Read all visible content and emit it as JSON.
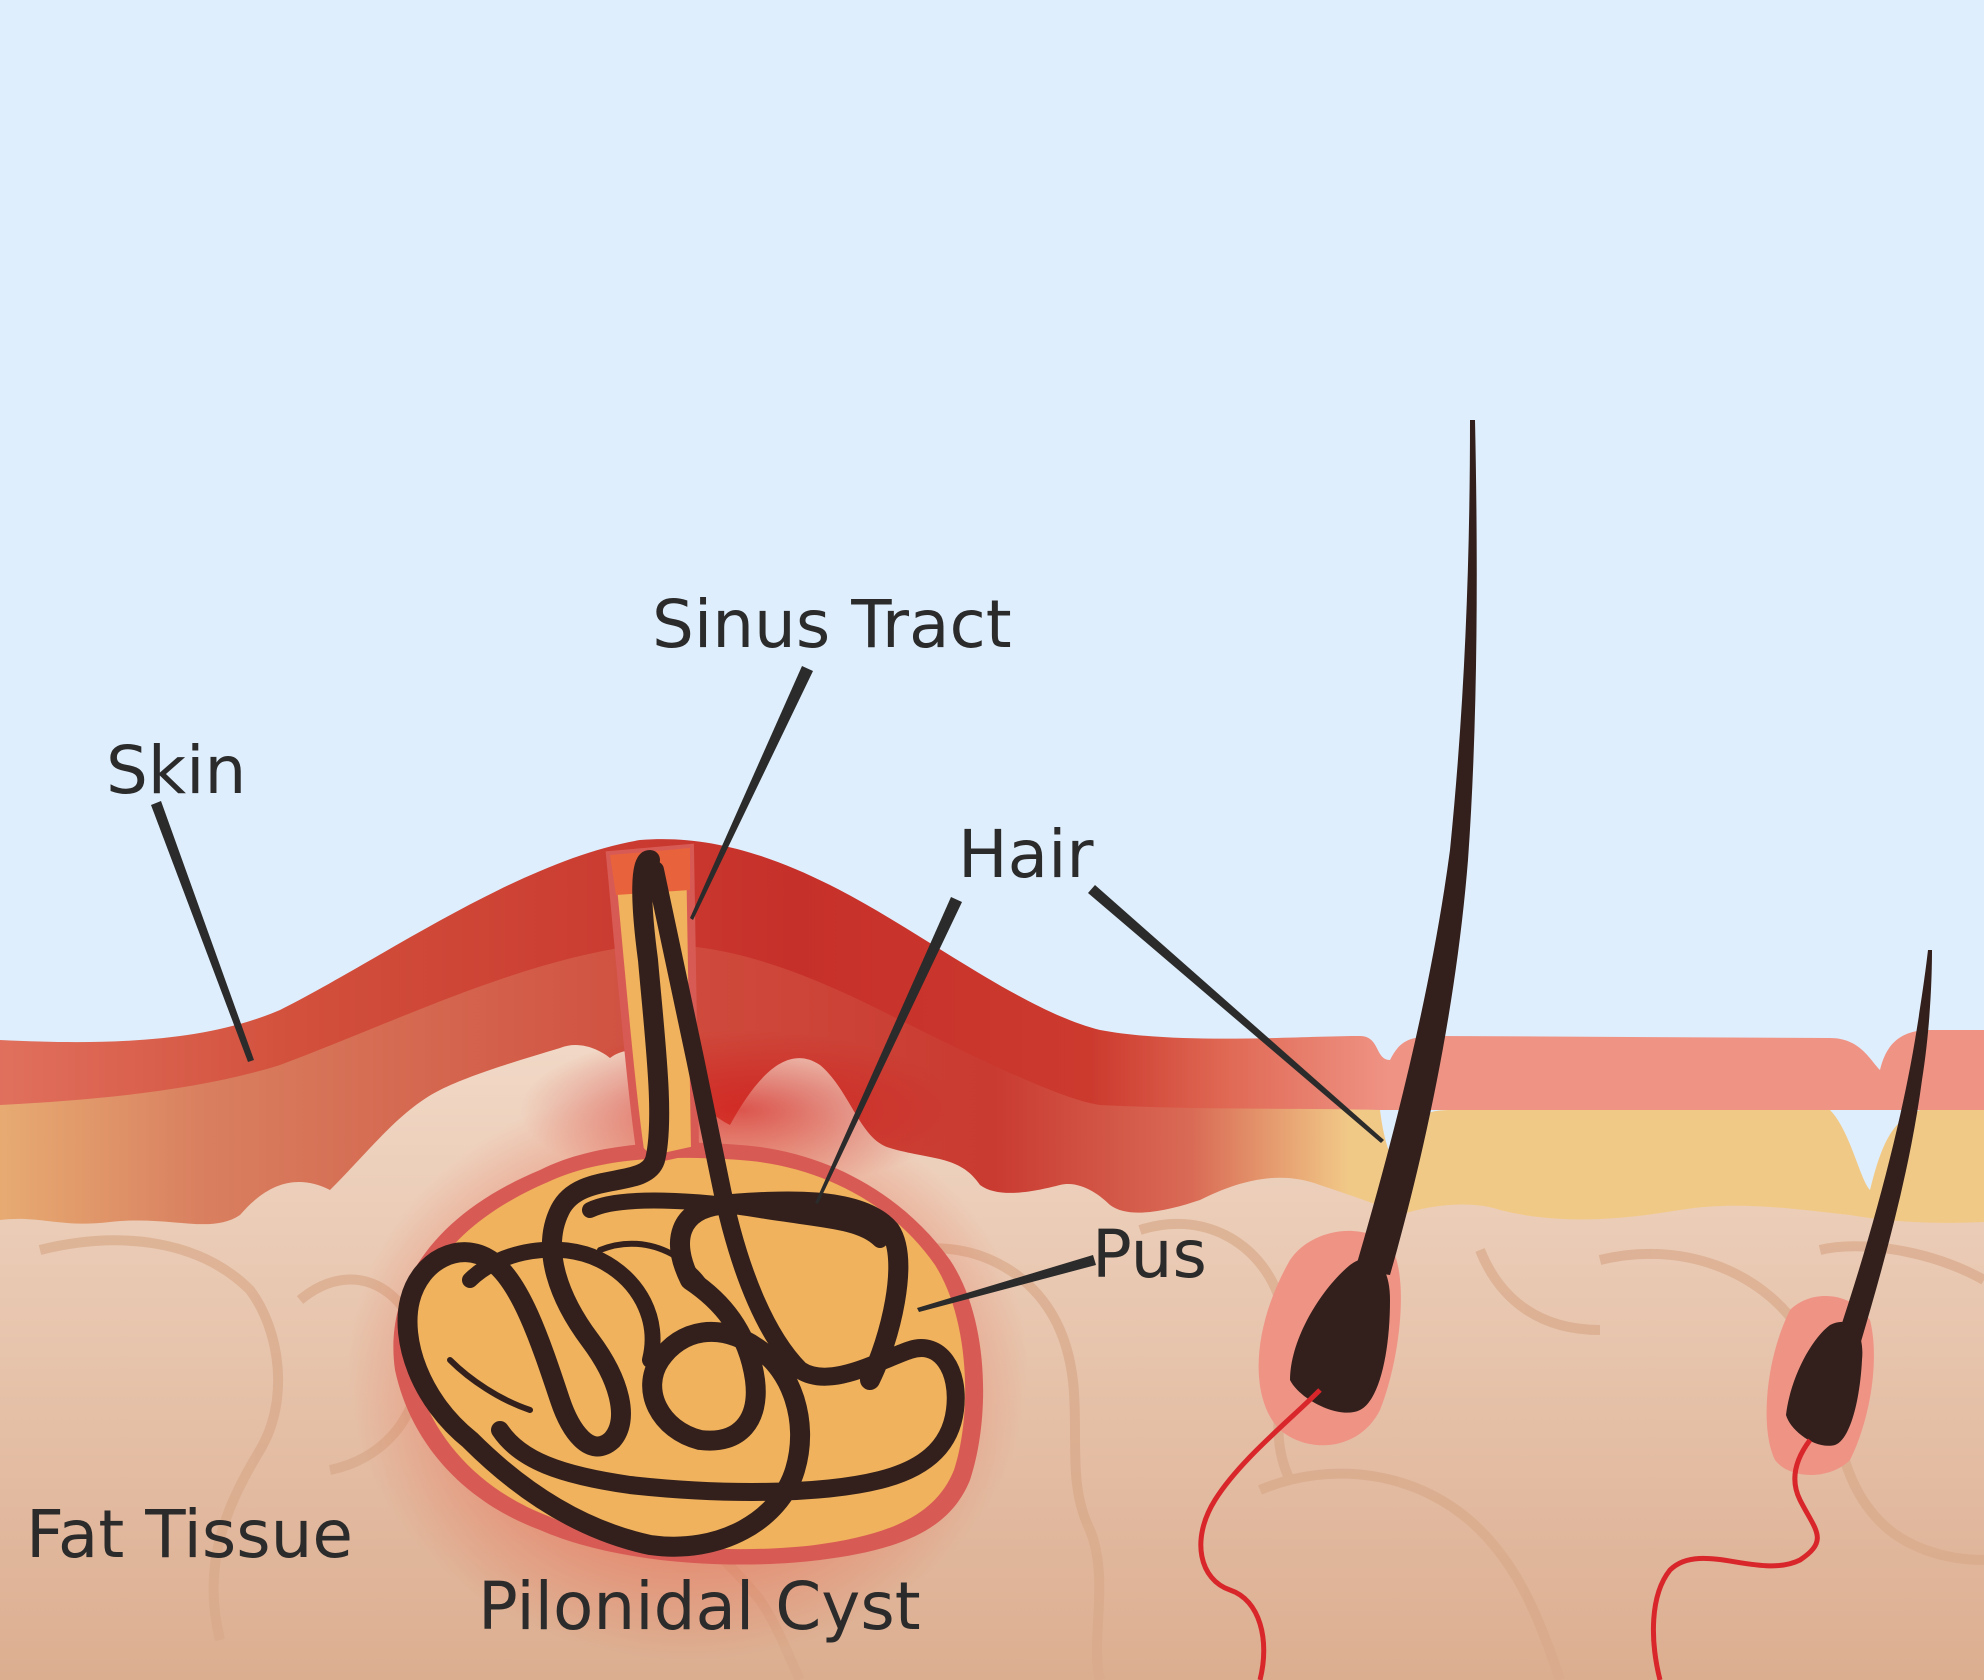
{
  "labels": {
    "skin": "Skin",
    "sinus_tract": "Sinus Tract",
    "hair": "Hair",
    "pus": "Pus",
    "fat_tissue": "Fat Tissue",
    "pilonidal_cyst": "Pilonidal Cyst"
  },
  "colors": {
    "sky": "#dfeefc",
    "skin_inflamed": "#c93a2c",
    "skin_normal": "#ef9385",
    "dermis_yellow": "#f1c987",
    "fat": "#e6c2a8",
    "pus": "#f0b25c",
    "hair": "#33201c",
    "vessel": "#d8262b",
    "text": "#2b2b2b"
  }
}
